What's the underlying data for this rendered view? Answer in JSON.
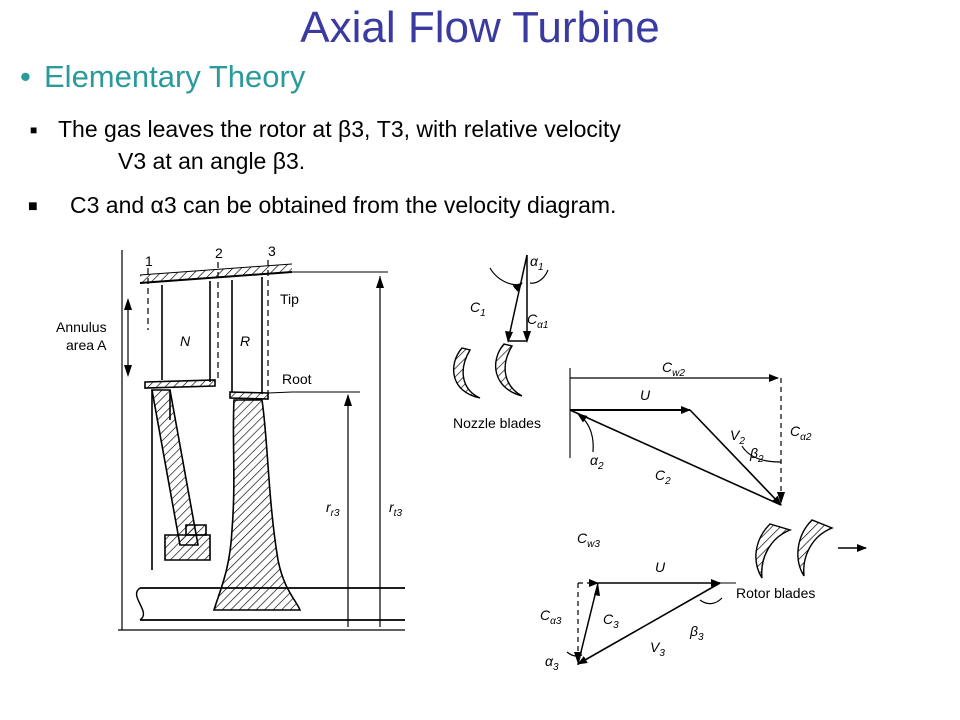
{
  "slide": {
    "title": "Axial Flow Turbine",
    "subtitle": "Elementary Theory",
    "bullet1_line1": "The gas leaves the rotor at β3, T3, with relative velocity",
    "bullet1_line2": "V3 at an angle β3.",
    "bullet2": "C3 and α3 can be obtained from the velocity diagram."
  },
  "diagram": {
    "station_1": "1",
    "station_2": "2",
    "station_3": "3",
    "tip": "Tip",
    "root": "Root",
    "annulus_line1": "Annulus",
    "annulus_line2": "area A",
    "nozzle_symbol": "N",
    "rotor_symbol": "R",
    "r_r3": "r",
    "r_r3_sub": "r3",
    "r_t3": "r",
    "r_t3_sub": "t3",
    "nozzle_blades": "Nozzle blades",
    "rotor_blades": "Rotor blades",
    "alpha1": "α",
    "alpha1_sub": "1",
    "C1": "C",
    "C1_sub": "1",
    "Ca1": "C",
    "Ca1_sub": "α1",
    "Cw2": "C",
    "Cw2_sub": "w2",
    "U_top": "U",
    "V2": "V",
    "V2_sub": "2",
    "Ca2": "C",
    "Ca2_sub": "α2",
    "beta2": "β",
    "beta2_sub": "2",
    "alpha2": "α",
    "alpha2_sub": "2",
    "C2": "C",
    "C2_sub": "2",
    "Cw3": "C",
    "Cw3_sub": "w3",
    "U_bottom": "U",
    "Ca3": "C",
    "Ca3_sub": "α3",
    "C3": "C",
    "C3_sub": "3",
    "beta3": "β",
    "beta3_sub": "3",
    "V3": "V",
    "V3_sub": "3",
    "alpha3": "α",
    "alpha3_sub": "3"
  }
}
